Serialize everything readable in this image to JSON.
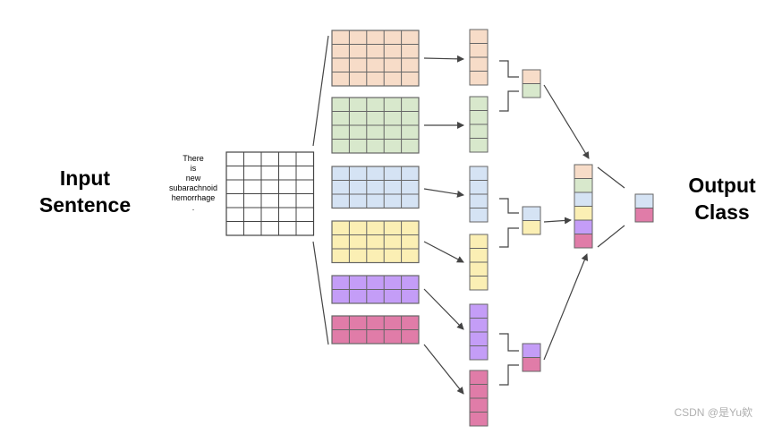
{
  "labels": {
    "input_line1": "Input",
    "input_line2": "Sentence",
    "output_line1": "Output",
    "output_line2": "Class"
  },
  "sentence_words": [
    "There",
    "is",
    "new",
    "subarachnoid",
    "hemorrhage",
    "."
  ],
  "watermark": "CSDN @是Yu欸",
  "colors": {
    "orange": "#f7dcc8",
    "green": "#d8e8cc",
    "blue": "#d5e3f4",
    "yellow": "#fbefb4",
    "purple": "#c49df7",
    "pink": "#e07ca8",
    "line": "#555555",
    "grid": "#666666"
  },
  "filter_colors": [
    "orange",
    "green",
    "blue",
    "yellow",
    "purple",
    "pink"
  ],
  "pair_colors": [
    [
      "orange",
      "green"
    ],
    [
      "blue",
      "yellow"
    ],
    [
      "purple",
      "pink"
    ]
  ],
  "concat_colors": [
    "orange",
    "green",
    "blue",
    "yellow",
    "purple",
    "pink"
  ],
  "output_colors": [
    "blue",
    "pink"
  ]
}
